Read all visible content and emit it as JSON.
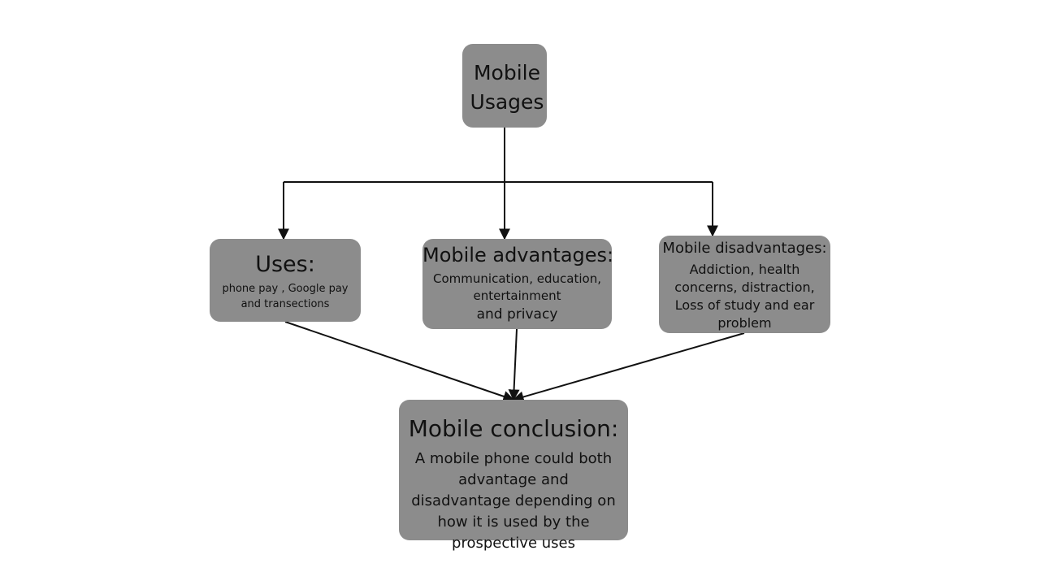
{
  "diagram": {
    "top": {
      "title": "Mobile Usages"
    },
    "uses": {
      "title": "Uses:",
      "body": "phone pay , Google pay and transections"
    },
    "advantages": {
      "title": "Mobile advantages:",
      "body": "Communication, education, entertainment",
      "body_2": "and privacy"
    },
    "disadvantages": {
      "title": "Mobile disadvantages:",
      "body": "Addiction, health concerns, distraction, Loss of study and ear problem"
    },
    "conclusion": {
      "title": "Mobile conclusion:",
      "body": "A mobile  phone could both advantage and disadvantage depending on how it is used by the prospective uses"
    }
  },
  "colors": {
    "node_fill": "#8c8c8c",
    "line": "#111111",
    "background": "#ffffff"
  }
}
